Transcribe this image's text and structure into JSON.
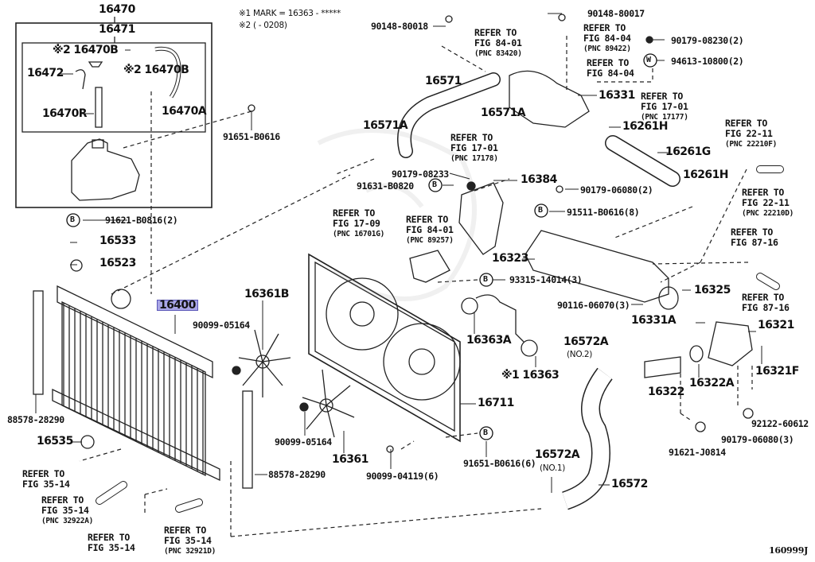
{
  "diagram": {
    "title": "Radiator & Water Outlet parts diagram",
    "figure_id": "160999J",
    "highlight_color": "#a9a6e6",
    "notes": [
      {
        "mark": "※1",
        "text": "MARK = 16363 - *****"
      },
      {
        "mark": "※2",
        "text": "(        - 0208)"
      }
    ],
    "parts": {
      "p16470": "16470",
      "p16471": "16471",
      "p16470B_a": "※2 16470B",
      "p16470B_b": "※2 16470B",
      "p16472": "16472",
      "p16470R": "16470R",
      "p16470A": "16470A",
      "p91651_B0616": "91651-B0616",
      "p91621_B0816": "91621-B0816(2)",
      "p16533": "16533",
      "p16523": "16523",
      "p16400": "16400",
      "p88578_left": "88578-28290",
      "p16535": "16535",
      "p90148_80018": "90148-80018",
      "p16571": "16571",
      "p16571A_a": "16571A",
      "p16571A_b": "16571A",
      "p90148_80017": "90148-80017",
      "p90179_08230": "90179-08230(2)",
      "p94613_10800": "94613-10800(2)",
      "p16331": "16331",
      "p16261H_a": "16261H",
      "p16261G": "16261G",
      "p16261H_b": "16261H",
      "p90179_08233": "90179-08233",
      "p91631_B0820": "91631-B0820",
      "p16384": "16384",
      "p90179_06080_2": "90179-06080(2)",
      "p91511_B0616": "91511-B0616(8)",
      "p16323": "16323",
      "p93315_14014": "93315-14014(3)",
      "p16325": "16325",
      "p90116_06070": "90116-06070(3)",
      "p16331A": "16331A",
      "p16321": "16321",
      "p16321F": "16321F",
      "p16361B": "16361B",
      "p90099_05164_a": "90099-05164",
      "p16363A": "16363A",
      "p16363": "※1 16363",
      "p16572A_no2": "16572A",
      "p16572A_no2_sub": "(NO.2)",
      "p16322": "16322",
      "p16322A": "16322A",
      "p92122_60612": "92122-60612",
      "p90179_06080_3": "90179-06080(3)",
      "p91621_J0814": "91621-J0814",
      "p16711": "16711",
      "p90099_05164_b": "90099-05164",
      "p16361": "16361",
      "p88578_right": "88578-28290",
      "p90099_04119": "90099-04119(6)",
      "p91651_B0616_6": "91651-B0616(6)",
      "p16572A_no1": "16572A",
      "p16572A_no1_sub": "(NO.1)",
      "p16572": "16572"
    },
    "refs": {
      "r84_01_a": {
        "l1": "REFER TO",
        "l2": "FIG 84-01",
        "l3": "(PNC 83420)"
      },
      "r84_04_a": {
        "l1": "REFER TO",
        "l2": "FIG 84-04",
        "l3": "(PNC 89422)"
      },
      "r84_04_b": {
        "l1": "REFER TO",
        "l2": "FIG 84-04"
      },
      "r17_01_a": {
        "l1": "REFER TO",
        "l2": "FIG 17-01",
        "l3": "(PNC 17177)"
      },
      "r17_01_b": {
        "l1": "REFER TO",
        "l2": "FIG 17-01",
        "l3": "(PNC 17178)"
      },
      "r22_11_a": {
        "l1": "REFER TO",
        "l2": "FIG 22-11",
        "l3": "(PNC 22210F)"
      },
      "r22_11_b": {
        "l1": "REFER TO",
        "l2": "FIG 22-11",
        "l3": "(PNC 22210D)"
      },
      "r87_16_a": {
        "l1": "REFER TO",
        "l2": "FIG 87-16"
      },
      "r87_16_b": {
        "l1": "REFER TO",
        "l2": "FIG 87-16"
      },
      "r17_09": {
        "l1": "REFER TO",
        "l2": "FIG 17-09",
        "l3": "(PNC 16701G)"
      },
      "r84_01_b": {
        "l1": "REFER TO",
        "l2": "FIG 84-01",
        "l3": "(PNC 89257)"
      },
      "r35_14_a": {
        "l1": "REFER TO",
        "l2": "FIG 35-14"
      },
      "r35_14_b": {
        "l1": "REFER TO",
        "l2": "FIG 35-14",
        "l3": "(PNC 32922A)"
      },
      "r35_14_c": {
        "l1": "REFER TO",
        "l2": "FIG 35-14"
      },
      "r35_14_d": {
        "l1": "REFER TO",
        "l2": "FIG 35-14",
        "l3": "(PNC 32921D)"
      }
    },
    "markers": {
      "b": "B",
      "w": "W"
    }
  }
}
